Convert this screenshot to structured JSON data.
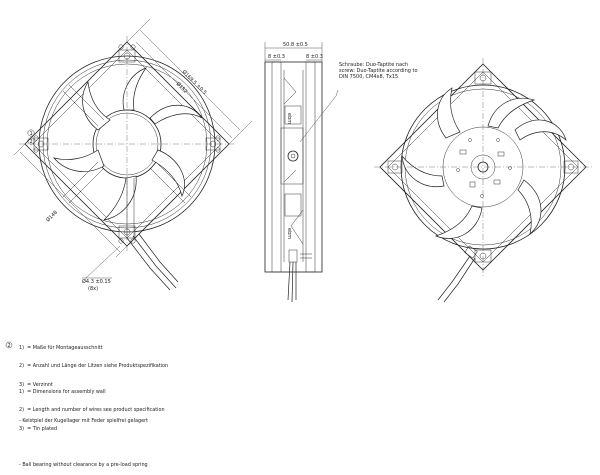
{
  "front_view": {
    "dim_diagonal_outer": "Ø169.5 ±0.5",
    "dim_diagonal_inner": "Ø152",
    "dim_side": "Ø148",
    "callout_1": "1",
    "callout_2": "2",
    "hole_dim": "Ø4.3 ±0.15",
    "hole_count": "(8x)"
  },
  "side_view": {
    "dim_width": "50.8 ±0.5",
    "dim_left": "8 ±0.3",
    "dim_right": "8 ±0.3"
  },
  "screw_note": {
    "lines": [
      "Schraube: Duo-Taptite nach",
      "screw: Duo-Taptite according to",
      "DIN 7500, CM4x8, Tx15"
    ]
  },
  "notes_de": {
    "lines": [
      "1)  = Maße für Montageausschnitt",
      "2)  = Anzahl und Länge der Litzen siehe Produktspezifikation",
      "3)  = Verzinnt",
      "",
      "- Kelstpiel der Kugellager mit Feder spielfrei gelagert"
    ],
    "callout": "2"
  },
  "notes_en": {
    "lines": [
      "1)  = Dimensions for assembly wall",
      "2)  = Length and number of wires see product specification",
      "3)  = Tin plated",
      "",
      "- Ball bearing without clearance by a pre-load spring"
    ]
  }
}
